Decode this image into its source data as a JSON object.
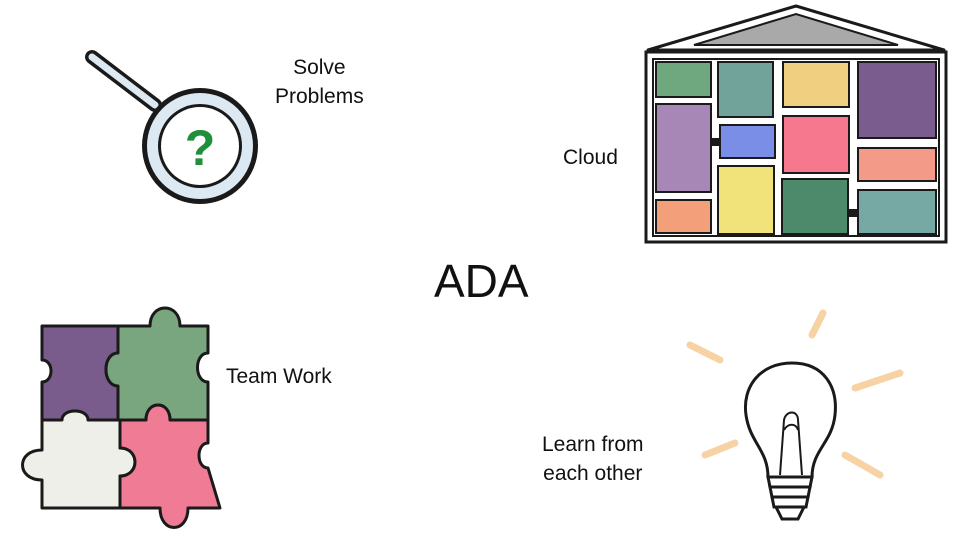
{
  "slide": {
    "title": "ADA",
    "items": [
      {
        "id": "solve-problems",
        "lines": [
          "Solve",
          "Problems"
        ],
        "icon": "magnifying-glass-icon"
      },
      {
        "id": "cloud",
        "lines": [
          "Cloud"
        ],
        "icon": "data-center-grid-icon"
      },
      {
        "id": "team-work",
        "lines": [
          "Team Work"
        ],
        "icon": "puzzle-pieces-icon"
      },
      {
        "id": "learn",
        "lines": [
          "Learn from",
          "each other"
        ],
        "icon": "lightbulb-icon"
      }
    ],
    "magnifier_glyph": "?"
  },
  "colors": {
    "green_question": "#1f8f3a",
    "lens": "#dde9f2",
    "outline": "#1a1a1a",
    "roof": "#a9a9a9",
    "ray": "#f7d2a4",
    "puzzle_purple": "#7a5c8c",
    "puzzle_green": "#79a67e",
    "puzzle_white": "#efefea",
    "puzzle_pink": "#f07b94"
  }
}
